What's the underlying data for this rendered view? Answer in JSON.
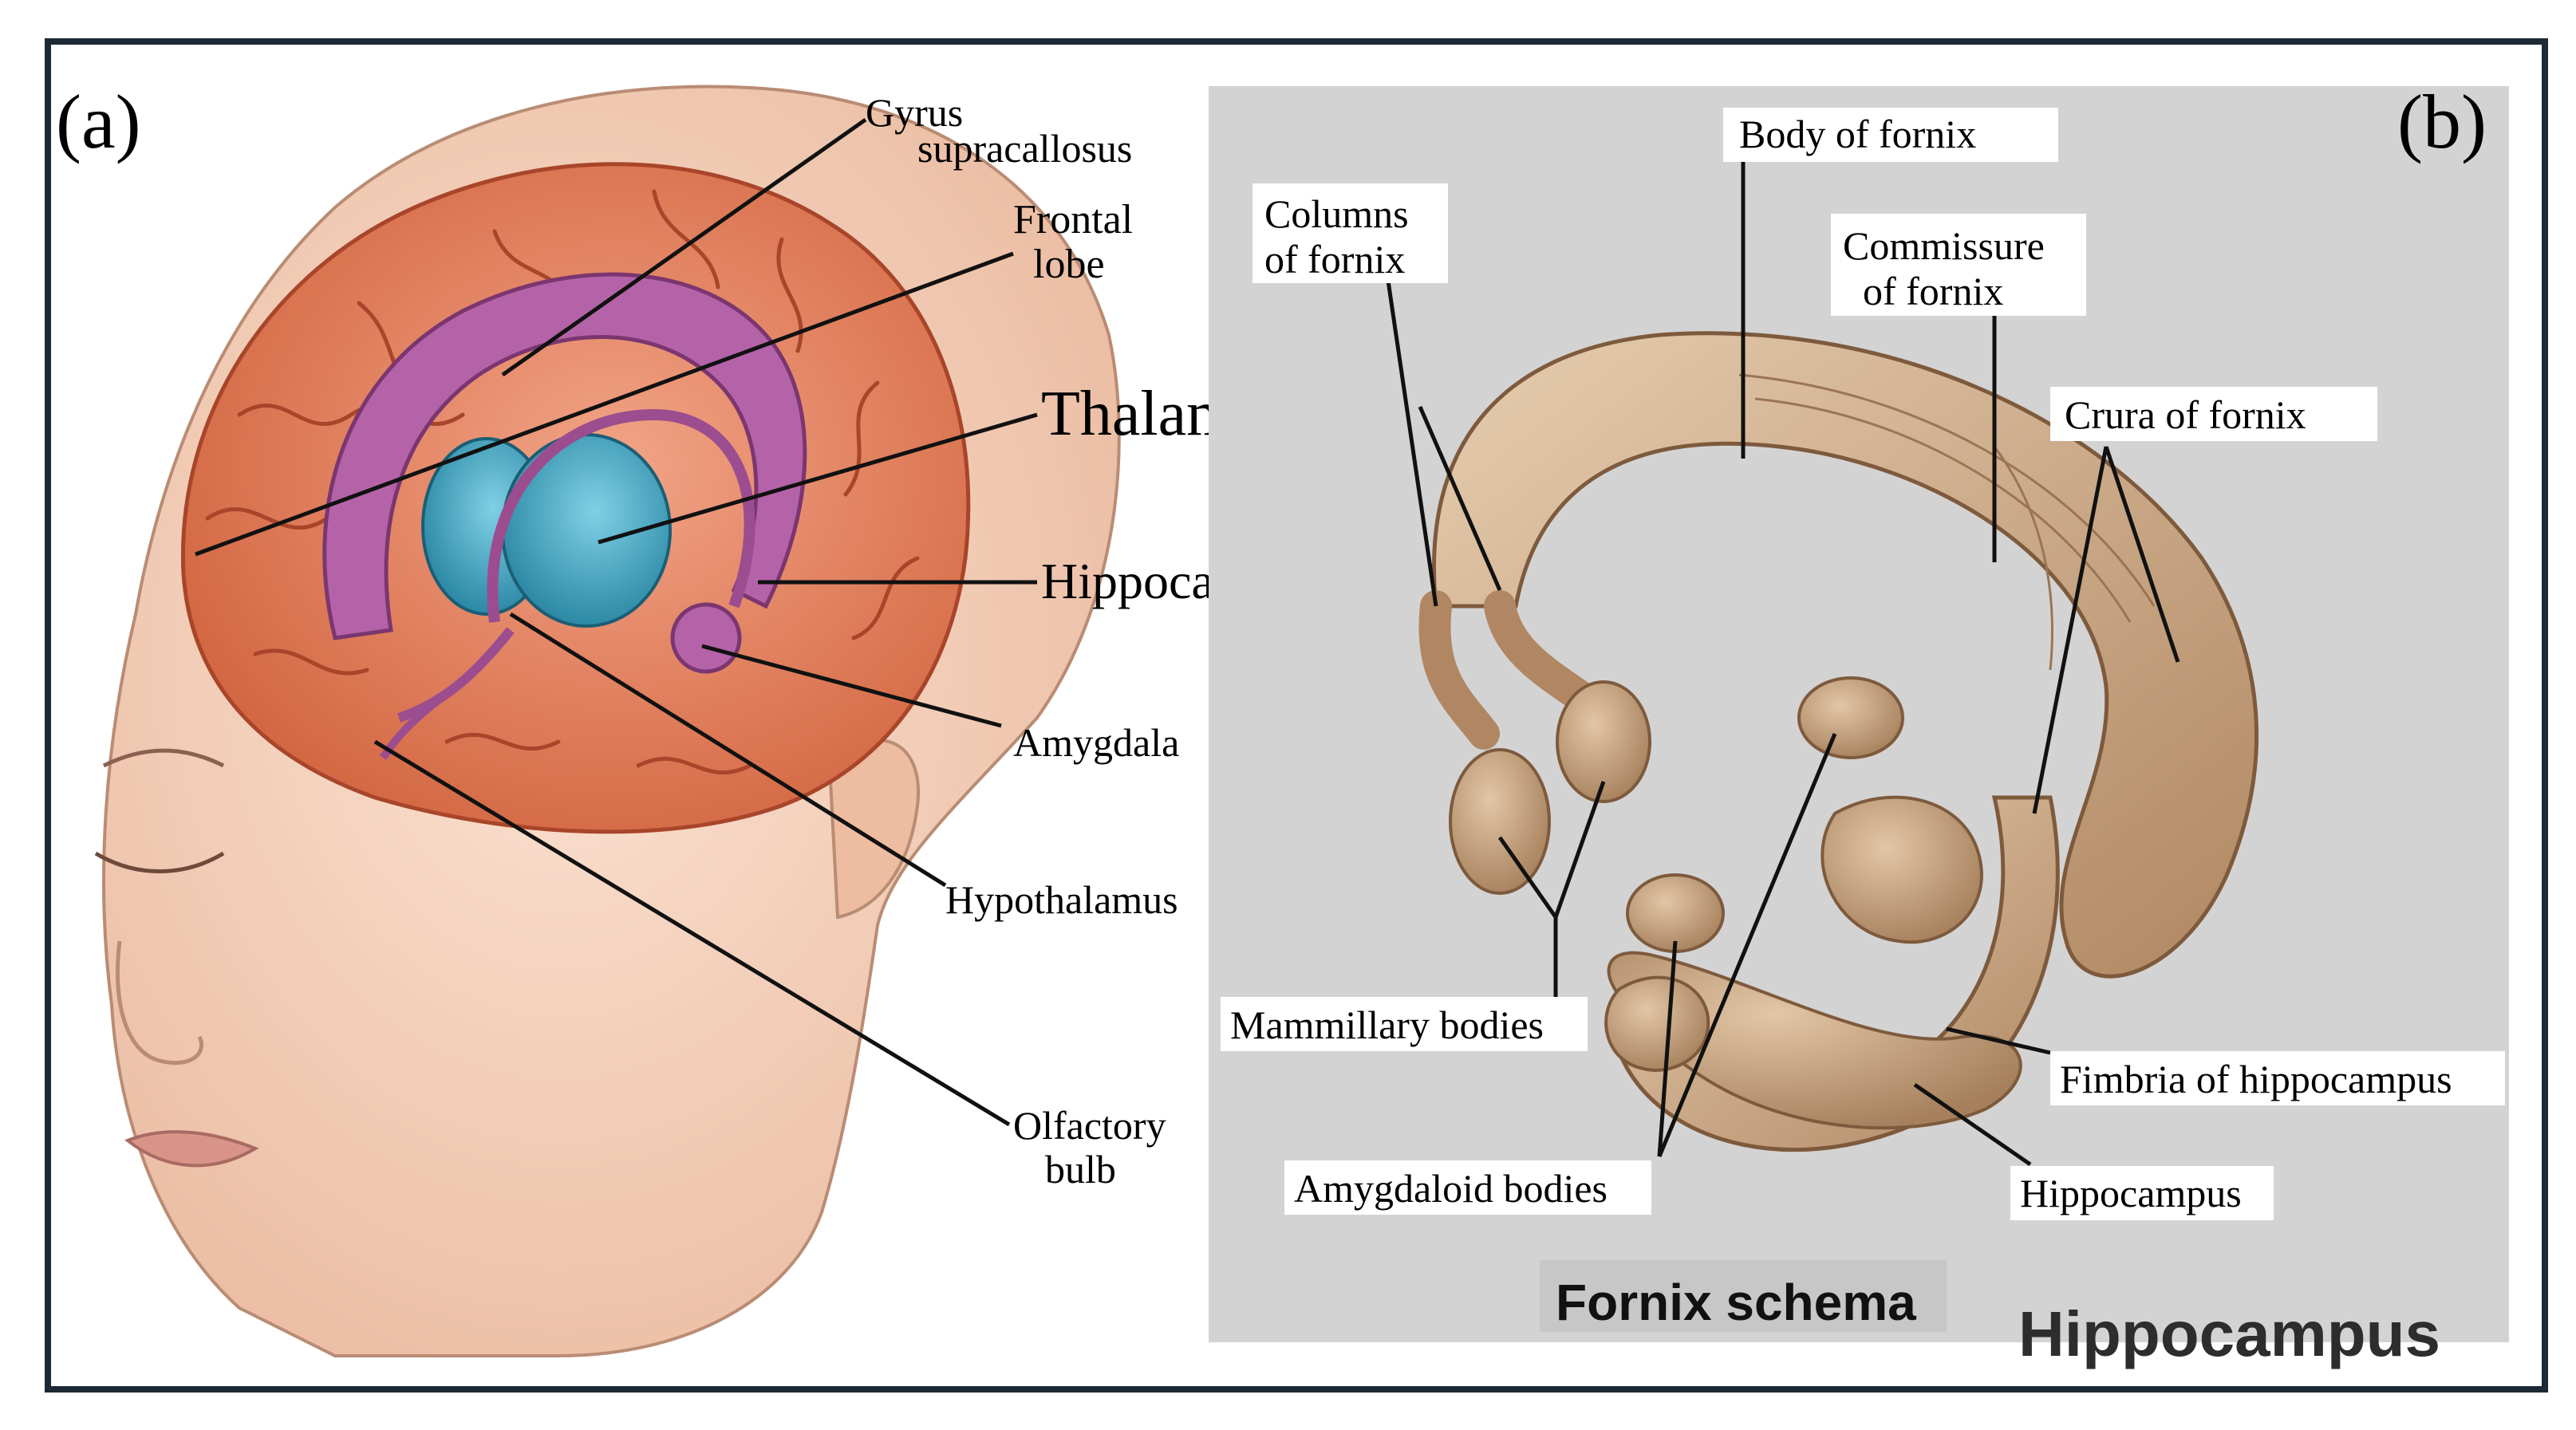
{
  "panel_a": {
    "tag": "(a)",
    "labels": {
      "gyrus": [
        "Gyrus",
        "supracallosus"
      ],
      "frontal": [
        "Frontal",
        "lobe"
      ],
      "thalamus": "Thalamus",
      "hippocampus": "Hippocampus",
      "amygdala": "Amygdala",
      "hypothalamus": "Hypothalamus",
      "olfactory": [
        "Olfactory",
        "bulb"
      ]
    }
  },
  "panel_b": {
    "tag": "(b)",
    "labels": {
      "columns": [
        "Columns",
        "of  fornix"
      ],
      "body": "Body  of  fornix",
      "commissure": [
        "Commissure",
        "of  fornix"
      ],
      "crura": "Crura  of  fornix",
      "mammillary": "Mammillary bodies",
      "fimbria": "Fimbria of hippocampus",
      "amygdaloid": "Amygdaloid bodies",
      "hippocampus": "Hippocampus"
    },
    "schema_title": "Fornix  schema",
    "corner_title": "Hippocampus"
  },
  "colors": {
    "frame": "#1c2a36",
    "brain": "#e07b5a",
    "skin": "#f5d3bd",
    "limbic": "#b563a8",
    "thalamus": "#2f9ab8",
    "panel_b_bg": "#d3d3d3",
    "fornix": "#c9a887"
  }
}
